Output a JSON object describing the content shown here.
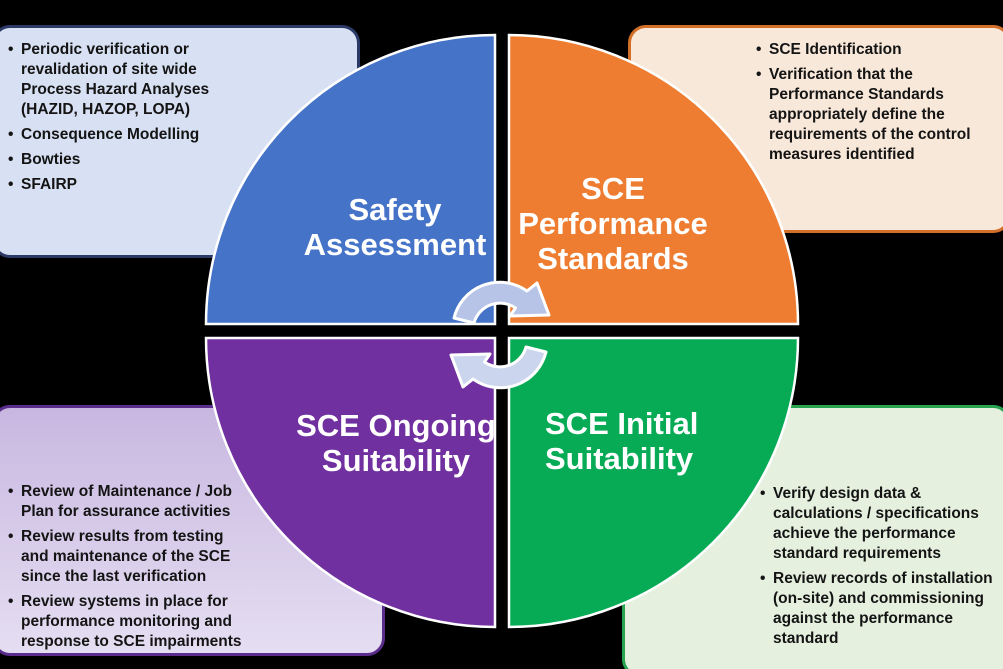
{
  "colors": {
    "background": "#000000",
    "quadrant_blue": "#4573C7",
    "quadrant_orange": "#EE7D31",
    "quadrant_purple": "#7030A0",
    "quadrant_green": "#07AB55",
    "quadrant_outline": "#FFFFFF",
    "arrow_top_fill": "#B7C3E7",
    "arrow_bottom_fill": "#CCD5EE",
    "arrow_outline": "#FFFFFF",
    "callout_blue_fill": "#D8E1F3",
    "callout_blue_border": "#2B3966",
    "callout_orange_fill": "#F8E8DA",
    "callout_orange_border": "#D2702A",
    "callout_purple_fill_top": "#C8B7E0",
    "callout_purple_fill_bottom": "#E5DEF2",
    "callout_purple_border": "#5A2D8C",
    "callout_green_fill": "#E6F0DF",
    "callout_green_border": "#28A44E",
    "label_text": "#FFFFFF",
    "bullet_text": "#141414"
  },
  "quadrants": {
    "safety_assessment": {
      "label": "Safety\nAssessment"
    },
    "sce_performance_standards": {
      "label": "SCE\nPerformance\nStandards"
    },
    "sce_ongoing_suitability": {
      "label": "SCE Ongoing\nSuitability"
    },
    "sce_initial_suitability": {
      "label": "SCE Initial\nSuitability"
    }
  },
  "callouts": {
    "top_left": {
      "bullets": [
        "Periodic verification or revalidation of site wide Process Hazard Analyses (HAZID, HAZOP, LOPA)",
        "Consequence Modelling",
        "Bowties",
        "SFAIRP"
      ]
    },
    "top_right": {
      "bullets": [
        "SCE Identification",
        "Verification that the Performance Standards appropriately define the requirements of the control measures identified"
      ]
    },
    "bottom_left": {
      "bullets": [
        "Review of Maintenance / Job Plan for assurance activities",
        "Review results from testing and maintenance of the SCE since the last verification",
        "Review systems in place for performance monitoring and response to SCE impairments"
      ]
    },
    "bottom_right": {
      "bullets": [
        "Verify design data & calculations / specifications achieve the performance standard requirements",
        "Review records of installation (on-site) and commissioning against the performance standard"
      ]
    }
  }
}
